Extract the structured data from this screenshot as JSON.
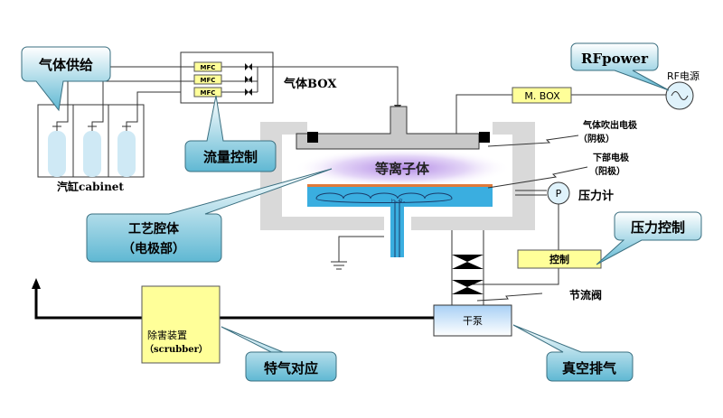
{
  "callouts": {
    "gas_supply": "气体供给",
    "flow_control": "流量控制",
    "process_chamber_1": "工艺腔体",
    "process_chamber_2": "（电极部）",
    "rf_power": "RFpower",
    "pressure_control": "压力控制",
    "special_gas": "特气对应",
    "vacuum_exhaust": "真空排气"
  },
  "labels": {
    "mfc": "MFC",
    "gas_box": "气体BOX",
    "cabinet": "汽缸cabinet",
    "plasma": "等离子体",
    "heater": "ヒ-タ-",
    "m_box": "M. BOX",
    "rf_source": "RF电源",
    "upper_electrode_1": "气体吹出电极",
    "upper_electrode_2": "（阴极）",
    "lower_electrode_1": "下部电极",
    "lower_electrode_2": "（阳极）",
    "pressure_gauge_symbol": "P",
    "pressure_gauge": "压力计",
    "control": "控制",
    "throttle_valve": "节流阀",
    "dry_pump": "干泵",
    "scrubber_1": "除害装置",
    "scrubber_2": "（scrubber）"
  },
  "colors": {
    "callout": "#7fc8dc",
    "yellow_box": "#ffff99",
    "electrode_blue": "#3aaee0",
    "plasma": "#b48ce6",
    "chamber_wall": "#d9d9d9"
  }
}
